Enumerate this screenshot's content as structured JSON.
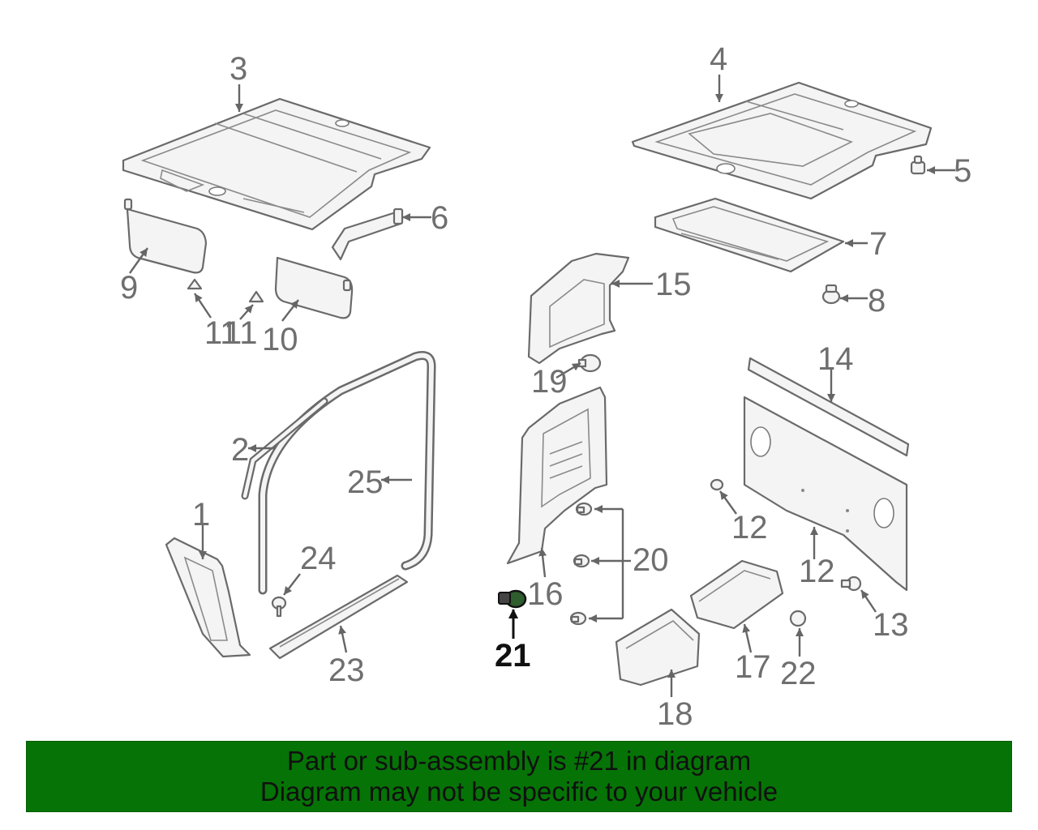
{
  "diagram": {
    "callouts": [
      "1",
      "2",
      "3",
      "4",
      "5",
      "6",
      "7",
      "8",
      "9",
      "10",
      "11",
      "11",
      "12",
      "12",
      "13",
      "14",
      "15",
      "16",
      "17",
      "18",
      "19",
      "20",
      "21",
      "22",
      "23",
      "24",
      "25"
    ],
    "highlight_callout": "21",
    "colors": {
      "banner_bg": "#067306",
      "highlight": "#111111",
      "callout": "#6f6f6f"
    }
  },
  "banner": {
    "line1": "Part or sub-assembly is #21 in diagram",
    "line2": "Diagram may not be specific to your vehicle"
  }
}
